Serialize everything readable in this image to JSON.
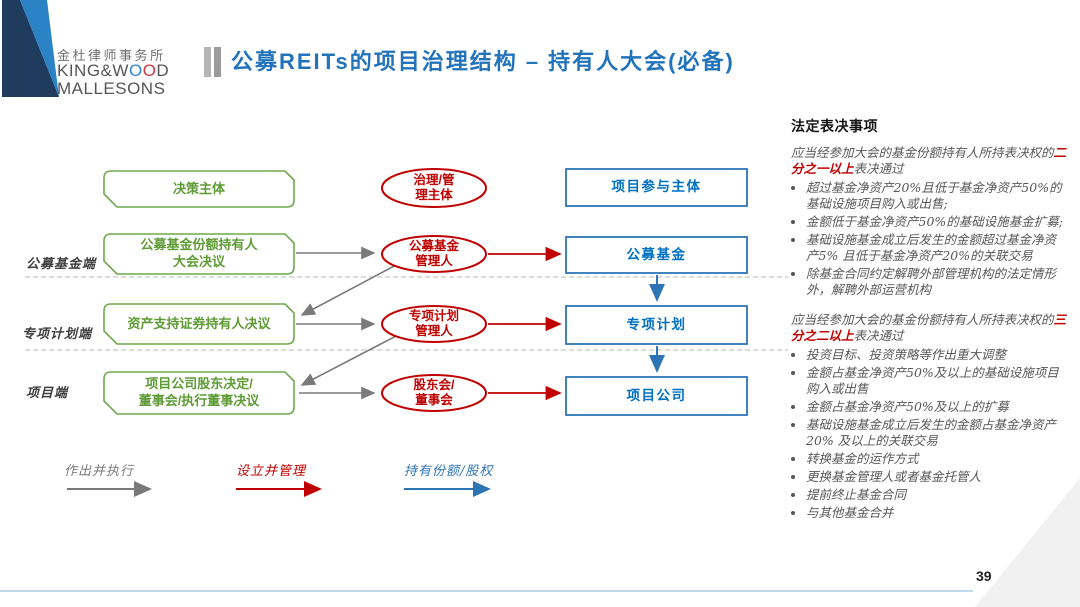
{
  "logo": {
    "name_cn": "金杜律师事务所",
    "name_en_line1_prefix": "KING&W",
    "name_en_line1_o1": "O",
    "name_en_line1_o2": "O",
    "name_en_line1_suffix": "D",
    "name_en_line2": "MALLESONS"
  },
  "title": "公募REITs的项目治理结构 – 持有人大会(必备)",
  "page_number": "39",
  "diagram": {
    "column_headers": {
      "decision": {
        "line1": "决策主体"
      },
      "governance": {
        "line1": "治理/管",
        "line2": "理主体"
      },
      "participant": {
        "line1": "项目参与主体"
      }
    },
    "row_labels": [
      "公募基金端",
      "专项计划端",
      "项目端"
    ],
    "decision_nodes": {
      "fund": {
        "line1": "公募基金份额持有人",
        "line2": "大会决议"
      },
      "plan": {
        "line1": "资产支持证券持有人决议"
      },
      "project": {
        "line1": "项目公司股东决定/",
        "line2": "董事会/执行董事决议"
      }
    },
    "governance_nodes": {
      "fund": {
        "line1": "公募基金",
        "line2": "管理人"
      },
      "plan": {
        "line1": "专项计划",
        "line2": "管理人"
      },
      "project": {
        "line1": "股东会/",
        "line2": "董事会"
      }
    },
    "participant_nodes": {
      "fund": {
        "line1": "公募基金"
      },
      "plan": {
        "line1": "专项计划"
      },
      "project": {
        "line1": "项目公司"
      }
    },
    "legend": [
      {
        "label": "作出并执行",
        "color": "#7A7A7A"
      },
      {
        "label": "设立并管理",
        "color": "#C00000"
      },
      {
        "label": "持有份额/股权",
        "color": "#2E75B6"
      }
    ]
  },
  "legal": {
    "heading": "法定表决事项",
    "group1": {
      "prefix": "应当经参加大会的基金份额持有人所持表决权的",
      "highlight": "二分之一以上",
      "suffix": "表决通过",
      "bullets": [
        "超过基金净资产20%且低于基金净资产50%的基础设施项目购入或出售;",
        "金额低于基金净资产50%的基础设施基金扩募;",
        "基础设施基金成立后发生的金额超过基金净资产5% 且低于基金净资产20%的关联交易",
        "除基金合同约定解聘外部管理机构的法定情形外，解聘外部运营机构"
      ]
    },
    "group2": {
      "prefix": "应当经参加大会的基金份额持有人所持表决权的",
      "highlight": "三分之二以上",
      "suffix": "表决通过",
      "bullets": [
        "投资目标、投资策略等作出重大调整",
        "金额占基金净资产50%及以上的基础设施项目购入或出售",
        "金额占基金净资产50%及以上的扩募",
        "基础设施基金成立后发生的金额占基金净资产20% 及以上的关联交易",
        "转换基金的运作方式",
        "更换基金管理人或者基金托管人",
        "提前终止基金合同",
        "与其他基金合并"
      ]
    }
  },
  "colors": {
    "title_blue": "#2273BA",
    "green": "#6FA84F",
    "red": "#C00000",
    "blue_border": "#2E75B6",
    "blue_text": "#0070C0",
    "gray_arrow": "#7A7A7A",
    "dashed_line": "#C8C8C8"
  }
}
